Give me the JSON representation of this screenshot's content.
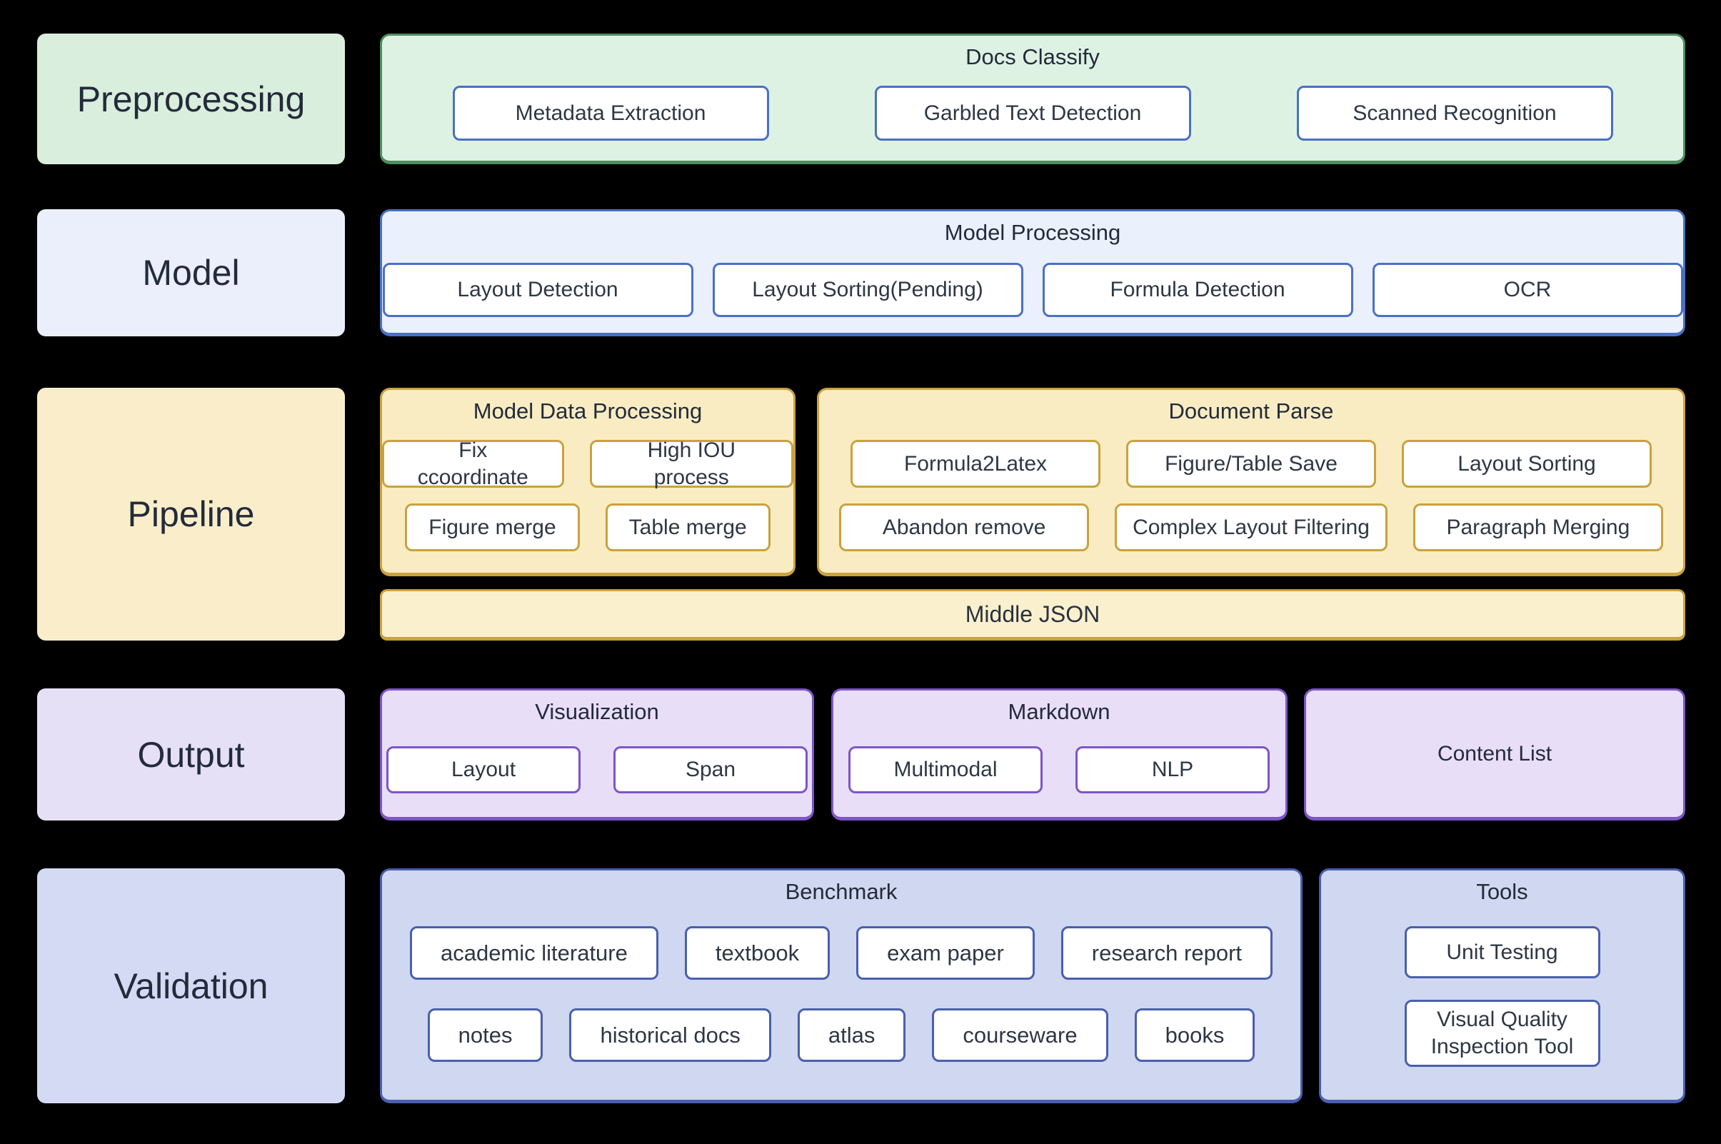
{
  "diagram_title": "MinerU document processing pipeline diagram",
  "text_color": "#232b3a",
  "button_text_color": "#2e3744",
  "background_color": "#000000",
  "rows": [
    {
      "id": "preprocessing",
      "label": "Preprocessing",
      "theme": {
        "label_bg": "#d9eedd",
        "panel_bg": "#def2e4",
        "border": "#4e8e5e",
        "btn_border": "#4a70c5"
      },
      "containers": [
        {
          "title": "Docs Classify",
          "groups": [
            [
              "Metadata Extraction",
              "Garbled Text Detection",
              "Scanned Recognition"
            ]
          ]
        }
      ]
    },
    {
      "id": "model",
      "label": "Model",
      "theme": {
        "label_bg": "#eaeffb",
        "panel_bg": "#eaf0fc",
        "border": "#4a70c5",
        "btn_border": "#4a70c5"
      },
      "containers": [
        {
          "title": "Model Processing",
          "groups": [
            [
              "Layout Detection",
              "Layout Sorting(Pending)",
              "Formula Detection",
              "OCR"
            ]
          ]
        }
      ]
    },
    {
      "id": "pipeline",
      "label": "Pipeline",
      "theme": {
        "label_bg": "#faeeca",
        "panel_bg": "#f9ecc2",
        "border": "#c9a23f",
        "btn_border": "#c9a23f"
      },
      "containers": [
        {
          "title": "Model Data Processing",
          "groups": [
            [
              "Fix ccoordinate",
              "High IOU process"
            ],
            [
              "Figure merge",
              "Table merge"
            ]
          ]
        },
        {
          "title": "Document Parse",
          "groups": [
            [
              "Formula2Latex",
              "Figure/Table Save",
              "Layout Sorting"
            ],
            [
              "Abandon remove",
              "Complex Layout Filtering",
              "Paragraph Merging"
            ]
          ]
        }
      ],
      "bar": "Middle JSON",
      "bar_bg": "#faf0cd"
    },
    {
      "id": "output",
      "label": "Output",
      "theme": {
        "label_bg": "#e6e0f6",
        "panel_bg": "#e9def7",
        "border": "#7d55c8",
        "btn_border": "#7d55c8"
      },
      "containers": [
        {
          "title": "Visualization",
          "groups": [
            [
              "Layout",
              "Span"
            ]
          ]
        },
        {
          "title": "Markdown",
          "groups": [
            [
              "Multimodal",
              "NLP"
            ]
          ]
        },
        {
          "title": "Content List",
          "groups": []
        }
      ]
    },
    {
      "id": "validation",
      "label": "Validation",
      "theme": {
        "label_bg": "#d4daf4",
        "panel_bg": "#cfd7f1",
        "border": "#4a5fae",
        "btn_border": "#4a5fae"
      },
      "containers": [
        {
          "title": "Benchmark",
          "groups": [
            [
              "academic literature",
              "textbook",
              "exam paper",
              "research report"
            ],
            [
              "notes",
              "historical docs",
              "atlas",
              "courseware",
              "books"
            ]
          ]
        },
        {
          "title": "Tools",
          "groups": [
            [
              "Unit Testing"
            ],
            [
              "Visual Quality Inspection Tool"
            ]
          ]
        }
      ]
    }
  ]
}
